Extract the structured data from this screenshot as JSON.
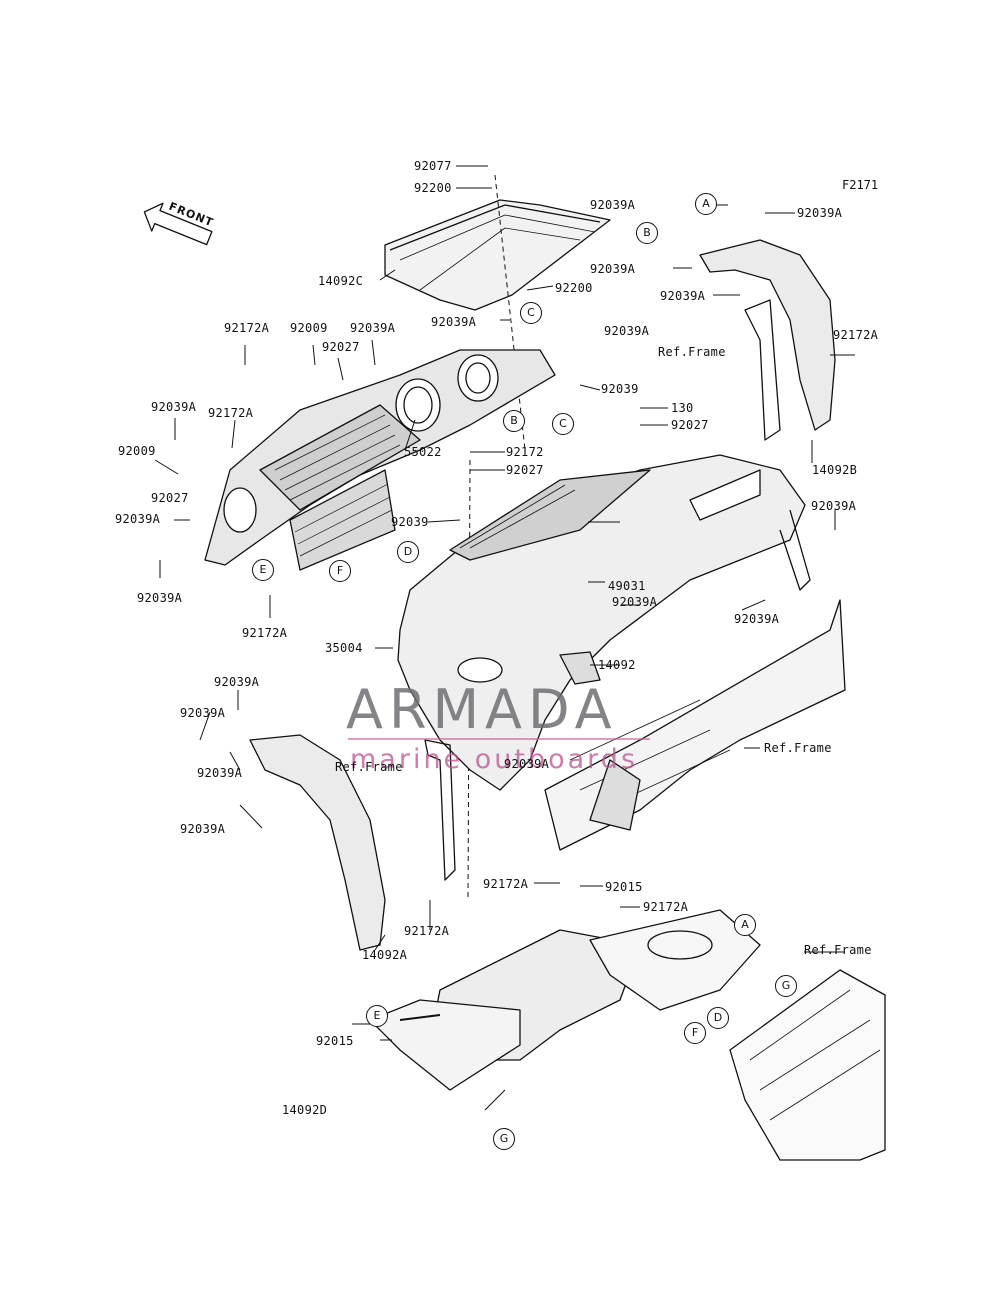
{
  "figure_code": "F2171",
  "front_label": "FRONT",
  "watermark": {
    "title": "ARMADA",
    "subtitle": "marine outboards",
    "accent_color": "#e48ab8"
  },
  "parts": {
    "p92077": "92077",
    "p92200_top": "92200",
    "p14092C": "14092C",
    "p92200_mid": "92200",
    "p92039A_c": "92039A",
    "p92039A_tr1": "92039A",
    "p92039A_tr2": "92039A",
    "p92039A_b": "92039A",
    "p92039A_tr3": "92039A",
    "p92039A_dash_r": "92039A",
    "p92172A_top": "92172A",
    "p92009_top": "92009",
    "p92027_top": "92027",
    "p92039A_top": "92039A",
    "p92039A_left1": "92039A",
    "p92172A_left": "92172A",
    "p92009_left": "92009",
    "p92027_left": "92027",
    "p92039A_left2": "92039A",
    "p92039A_left3": "92039A",
    "p92172A_lower": "92172A",
    "p55022": "55022",
    "p92172": "92172",
    "p92027_mid": "92027",
    "p92039_right": "92039",
    "p130": "130",
    "p92027_right": "92027",
    "p92172A_right": "92172A",
    "p14092B": "14092B",
    "p92039A_right": "92039A",
    "p92039_mid": "92039",
    "p49031": "49031",
    "p92039A_mid": "92039A",
    "p92039A_midr": "92039A",
    "p35004": "35004",
    "p14092": "14092",
    "p92039A_l1": "92039A",
    "p92039A_l2": "92039A",
    "p92039A_l3": "92039A",
    "p92039A_l4": "92039A",
    "p92039A_c2": "92039A",
    "p92172A_fl": "92172A",
    "p14092A": "14092A",
    "p92172A_bot1": "92172A",
    "p92015_top": "92015",
    "p92172A_bot2": "92172A",
    "p92015_bot": "92015",
    "p14092D": "14092D",
    "ref_frame_1": "Ref.Frame",
    "ref_frame_2": "Ref.Frame",
    "ref_frame_3": "Ref.Frame",
    "ref_frame_4": "Ref.Frame"
  },
  "callouts": {
    "A_top": "A",
    "B_top": "B",
    "C_top": "C",
    "B_mid": "B",
    "C_mid": "C",
    "D_mid": "D",
    "E_mid": "E",
    "F_mid": "F",
    "A_bot": "A",
    "G_right": "G",
    "D_right": "D",
    "F_right": "F",
    "E_bot": "E",
    "G_bot": "G"
  }
}
